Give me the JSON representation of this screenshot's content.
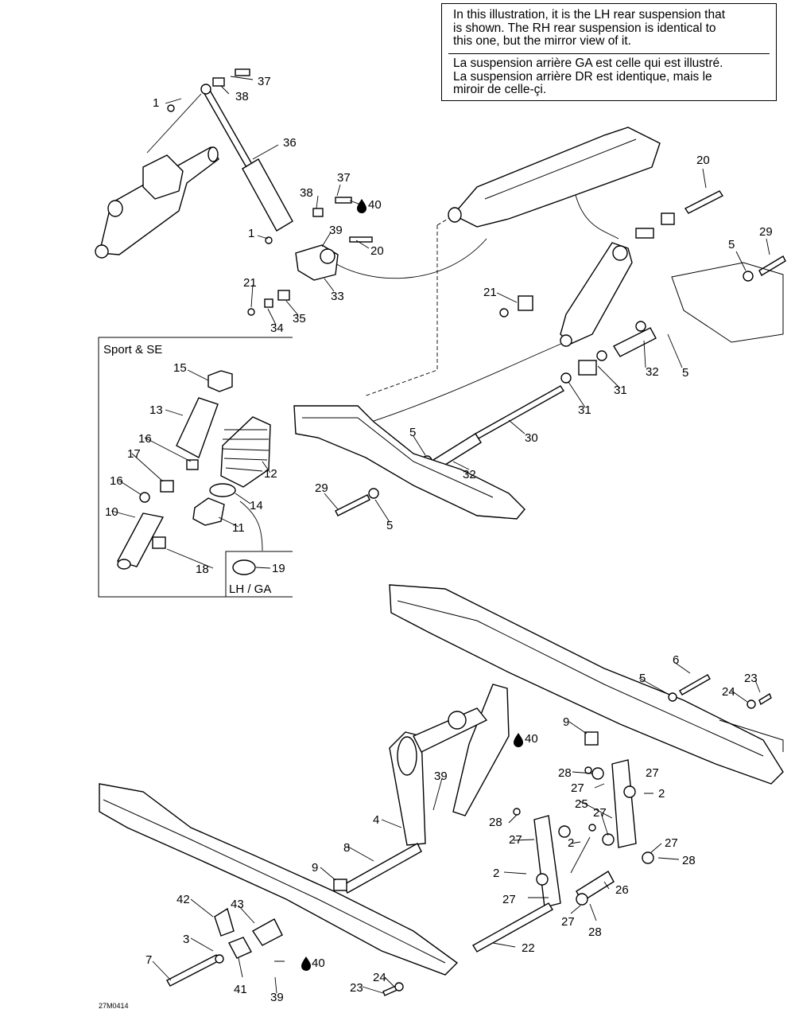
{
  "note": {
    "english": "In this illustration, it is the LH rear suspension that\nis shown. The RH rear suspension is identical to\nthis one, but the mirror view of it.",
    "french": "La suspension arrière GA est celle qui est illustré.\nLa suspension arrière DR est identique, mais le\nmiroir de celle-çi."
  },
  "inset": {
    "title": "Sport & SE",
    "sub_label": "LH / GA"
  },
  "drawing_code": "27M0414",
  "callouts": {
    "c1a": "1",
    "c37a": "37",
    "c38a": "38",
    "c36": "36",
    "c37b": "37",
    "c38b": "38",
    "c40a": "40",
    "c1b": "1",
    "c39a": "39",
    "c20a": "20",
    "c21a": "21",
    "c33": "33",
    "c34": "34",
    "c35": "35",
    "c20b": "20",
    "c5a": "5",
    "c29a": "29",
    "c21b": "21",
    "c32a": "32",
    "c5b": "5",
    "c31a": "31",
    "c31b": "31",
    "c30": "30",
    "c5c": "5",
    "c32b": "32",
    "c29b": "29",
    "c5d": "5",
    "c15": "15",
    "c13": "13",
    "c16a": "16",
    "c17": "17",
    "c12": "12",
    "c16b": "16",
    "c14": "14",
    "c10": "10",
    "c11": "11",
    "c18": "18",
    "c19": "19",
    "c6": "6",
    "c5e": "5",
    "c23a": "23",
    "c24a": "24",
    "c9a": "9",
    "c40b": "40",
    "c28a": "28",
    "c27a": "27",
    "c27b": "27",
    "c2a": "2",
    "c39b": "39",
    "c25": "25",
    "c28b": "28",
    "c27c": "27",
    "c27d": "27",
    "c4": "4",
    "c2b": "2",
    "c27e": "27",
    "c8": "8",
    "c28c": "28",
    "c9b": "9",
    "c2c": "2",
    "c26": "26",
    "c42": "42",
    "c43": "43",
    "c27f": "27",
    "c27g": "27",
    "c28d": "28",
    "c3": "3",
    "c22": "22",
    "c7": "7",
    "c40c": "40",
    "c41": "41",
    "c24b": "24",
    "c23b": "23",
    "c39c": "39"
  }
}
